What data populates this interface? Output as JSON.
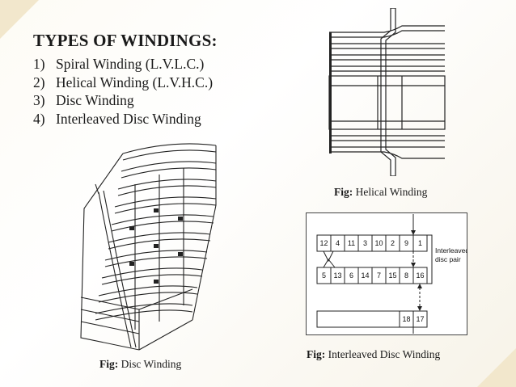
{
  "slide": {
    "title": "TYPES OF WINDINGS:",
    "items": [
      {
        "number": "1)",
        "text": "Spiral Winding (L.V.L.C.)"
      },
      {
        "number": "2)",
        "text": "Helical Winding (L.V.H.C.)"
      },
      {
        "number": "3)",
        "text": "Disc Winding"
      },
      {
        "number": "4)",
        "text": "Interleaved Disc Winding"
      }
    ]
  },
  "figures": {
    "helical": {
      "caption_prefix": "Fig:",
      "caption_text": " Helical Winding"
    },
    "disc": {
      "caption_prefix": "Fig:",
      "caption_text": " Disc Winding"
    },
    "interleaved": {
      "caption_prefix": "Fig:",
      "caption_text": " Interleaved Disc Winding",
      "top_row": [
        "12",
        "4",
        "11",
        "3",
        "10",
        "2",
        "9",
        "1"
      ],
      "mid_row": [
        "5",
        "13",
        "6",
        "14",
        "7",
        "15",
        "8",
        "16"
      ],
      "bottom_row": [
        "18",
        "17"
      ],
      "pair_label_line1": "Interleaved",
      "pair_label_line2": "disc pair"
    }
  },
  "colors": {
    "corner_accent": "#f2e7cc",
    "text": "#1a1a1a"
  }
}
